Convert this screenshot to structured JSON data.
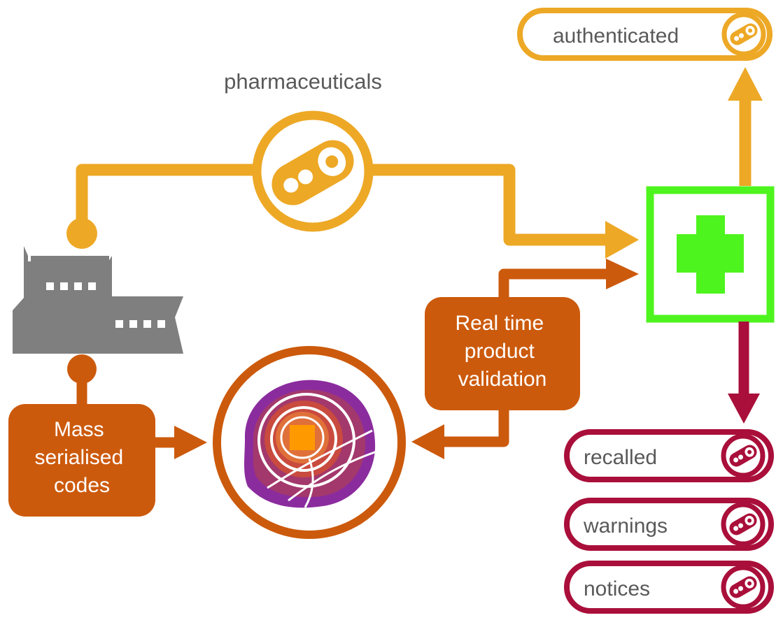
{
  "colors": {
    "amber": "#EDA826",
    "rust": "#CC5A0C",
    "crimson": "#A90F3A",
    "green": "#4EF41D",
    "factory_gray": "#7F7F7F",
    "label_gray": "#595959",
    "logo_purple": "#8B2C9E",
    "logo_orange": "#FF9900"
  },
  "labels": {
    "pharmaceuticals": "pharmaceuticals",
    "mass_codes": [
      "Mass",
      "serialised",
      "codes"
    ],
    "validation": [
      "Real time",
      "product",
      "validation"
    ]
  },
  "statuses": {
    "authenticated": "authenticated",
    "recalled": "recalled",
    "warnings": "warnings",
    "notices": "notices"
  },
  "icons": {
    "factory": "factory-icon",
    "pill": "pill-capsule-icon",
    "pharmacy": "green-cross-icon",
    "logo": "serialization-logo"
  }
}
